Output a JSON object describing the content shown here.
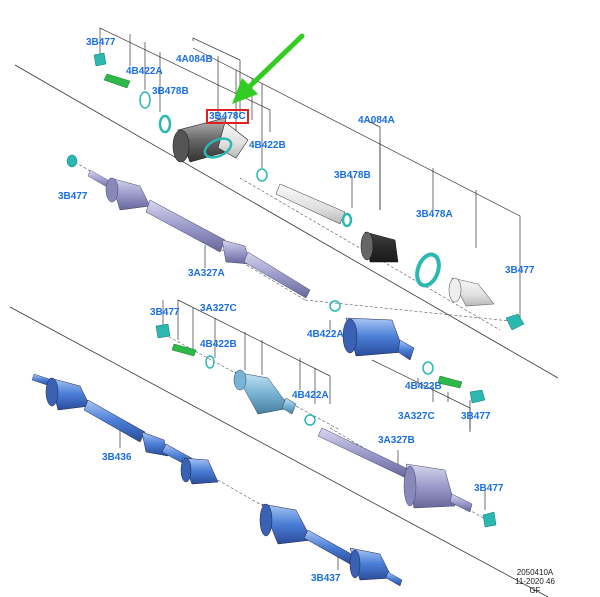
{
  "colors": {
    "label": "#1a6fe0",
    "highlight_box": "#e02020",
    "arrow": "#33cc22",
    "clamp": "#2ab8b0",
    "nut": "#2ab8b0",
    "spacer": "#2db84a",
    "boot": "#555555",
    "shaft_upper": "#9c9ccc",
    "shaft_lower": "#4a7ed6",
    "line": "#333333"
  },
  "labels": {
    "l1": "3B477",
    "l2": "4B422A",
    "l3": "4A084B",
    "l4": "3B478B",
    "l5": "3B478C",
    "l6": "4B422B",
    "l7": "4A084A",
    "l8": "3B477",
    "l9": "3B478B",
    "l10": "3B478A",
    "l11": "3A327A",
    "l12": "3B477",
    "l13": "3B477",
    "l14": "3A327C",
    "l15": "4B422B",
    "l16": "4B422A",
    "l17": "4B422A",
    "l18": "4B422B",
    "l19": "3A327C",
    "l20": "3B477",
    "l21": "3A327B",
    "l22": "3B436",
    "l23": "3B477",
    "l24": "3B437"
  },
  "reference": {
    "line1": "2050410A",
    "line2": "11-2020 46",
    "line3": "GF"
  }
}
